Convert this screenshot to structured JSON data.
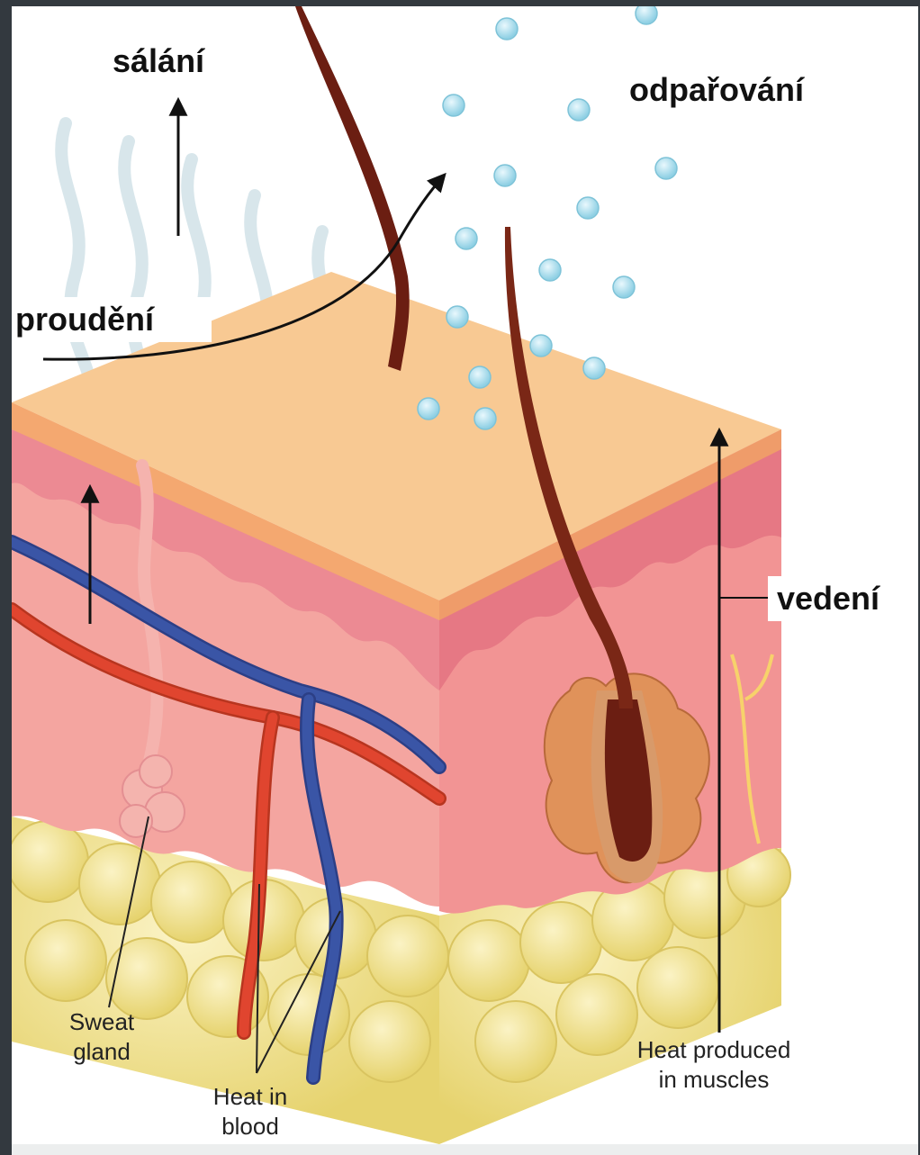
{
  "labels": {
    "radiation": "sálání",
    "evaporation": "odpařování",
    "convection": "proudění",
    "conduction": "vedení",
    "sweat_gland_line1": "Sweat",
    "sweat_gland_line2": "gland",
    "heat_blood_line1": "Heat in",
    "heat_blood_line2": "blood",
    "heat_muscles_line1": "Heat produced",
    "heat_muscles_line2": "in muscles"
  },
  "colors": {
    "background": "#33393f",
    "skin_top": "#f8c993",
    "dermis": "#f4a5a0",
    "epidermis_edge": "#e97b86",
    "fat": "#f2e39a",
    "artery": "#e0452f",
    "vein": "#3a55a6",
    "hair": "#6b1e12",
    "droplet": "#a9dcec"
  }
}
